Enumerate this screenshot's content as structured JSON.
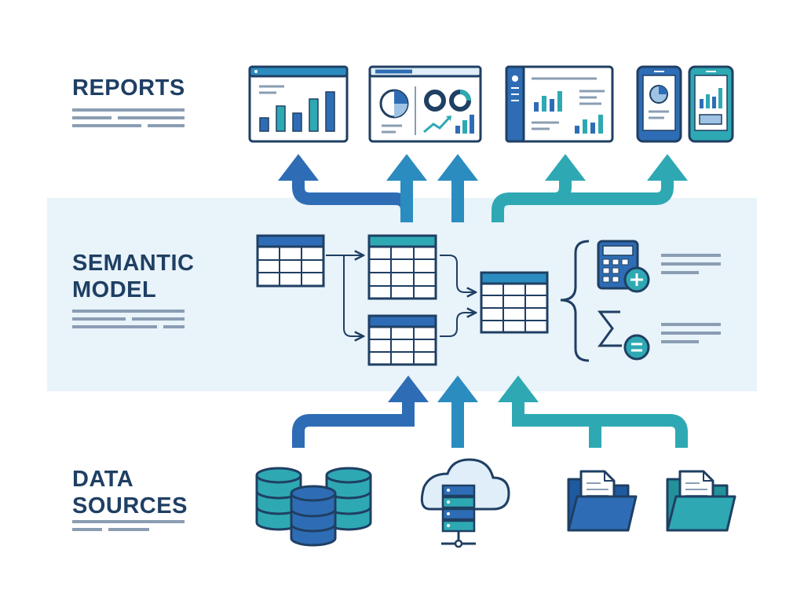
{
  "colors": {
    "navy": "#1f3f63",
    "blue": "#2e6db5",
    "teal": "#2ea9b3",
    "blue_teal": "#2b8cc0",
    "band": "#e8f3fa",
    "placeholder_line": "#8a9db3"
  },
  "layers": [
    {
      "id": "reports",
      "title": "REPORTS"
    },
    {
      "id": "semantic_model",
      "title_line1": "SEMANTIC",
      "title_line2": "MODEL"
    },
    {
      "id": "data_sources",
      "title_line1": "DATA",
      "title_line2": "SOURCES"
    }
  ],
  "report_items": [
    {
      "icon": "bar-chart-dashboard-icon"
    },
    {
      "icon": "pie-donut-dashboard-icon"
    },
    {
      "icon": "sidebar-dashboard-icon"
    },
    {
      "icon": "mobile-pie-chart-icon"
    },
    {
      "icon": "mobile-bar-chart-icon"
    }
  ],
  "semantic_items": [
    {
      "icon": "source-table-icon"
    },
    {
      "icon": "intermediate-table-icon"
    },
    {
      "icon": "intermediate-table-icon"
    },
    {
      "icon": "output-table-icon"
    },
    {
      "icon": "calculator-plus-icon"
    },
    {
      "icon": "sigma-equals-icon"
    }
  ],
  "source_items": [
    {
      "icon": "database-cluster-icon"
    },
    {
      "icon": "cloud-server-icon"
    },
    {
      "icon": "document-folder-icon"
    },
    {
      "icon": "document-folder-icon"
    }
  ]
}
